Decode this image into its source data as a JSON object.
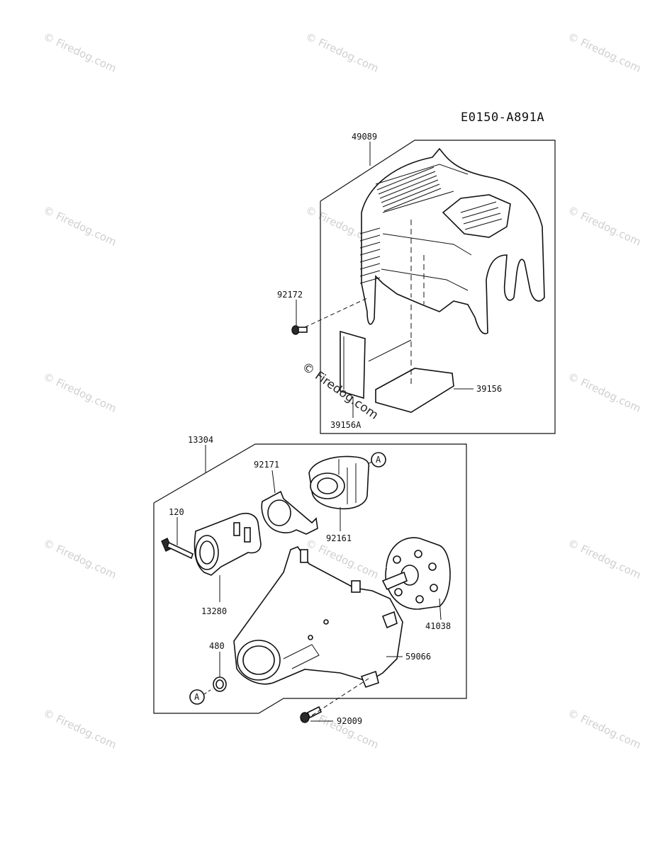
{
  "diagram_code": "E0150-A891A",
  "watermark": "© Firedog.com",
  "parts": {
    "cover_assy": "49089",
    "screw_cover": "92172",
    "sticker_top": "39156",
    "sticker_side": "39156A",
    "case_assy": "13304",
    "band": "92171",
    "bolt": "120",
    "bushing": "92161",
    "holder": "13280",
    "clutch_drum": "41038",
    "circlip": "480",
    "housing": "59066",
    "screw_housing": "92009"
  },
  "callouts": {
    "a_top": "A",
    "a_bottom": "A"
  }
}
